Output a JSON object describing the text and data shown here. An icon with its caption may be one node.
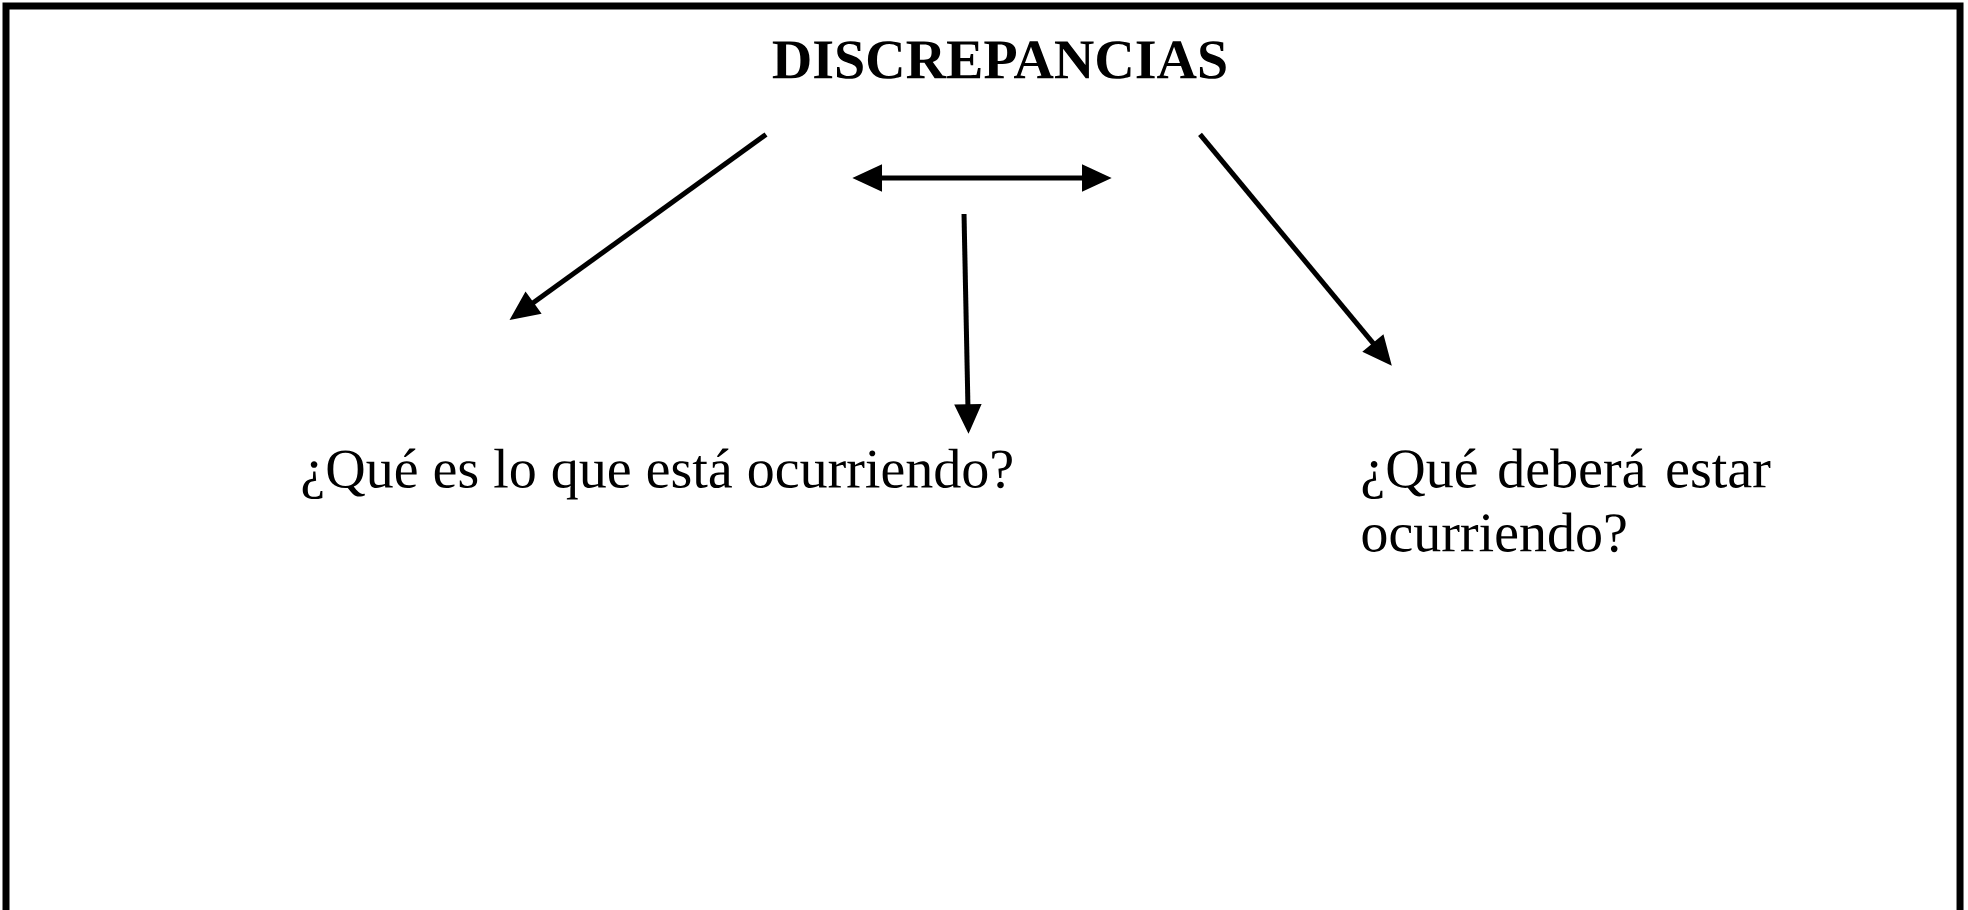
{
  "diagram": {
    "nodes": [
      {
        "text": [
          "DISCREPANCIAS"
        ]
      },
      {
        "text": [
          "¿Qué es lo que está ocurriendo?"
        ]
      },
      {
        "text": [
          "¿Qué deberá estar ocurriendo?"
        ]
      }
    ],
    "edges": [
      {
        "from": 0,
        "to": 1,
        "arrow": "to"
      },
      {
        "from": 0,
        "to": 2,
        "arrow": "to"
      },
      {
        "from": null,
        "to": 1,
        "arrow": "to"
      }
    ]
  }
}
